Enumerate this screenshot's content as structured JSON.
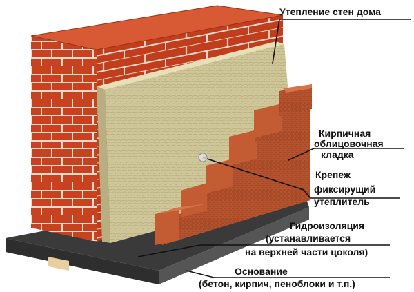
{
  "labels": {
    "insulation": "Утепление стен дома",
    "facing_brick": [
      "Кирпичная",
      "облицовочная",
      "кладка"
    ],
    "fastener": [
      "Крепеж",
      "фиксирущий",
      "утеплитель"
    ],
    "waterproofing": [
      "Гидроизоляция",
      "(устанавливается",
      "на верхней части цоколя)"
    ],
    "foundation": [
      "Основание",
      "(бетон, кирпич, пеноблоки и т.п.)"
    ]
  },
  "colors": {
    "brick": "#c8421f",
    "brick_dark": "#8e2a12",
    "insulation": "#cfc79a",
    "foundation": "#3a3a3a",
    "facing_brick": "#b5532e"
  }
}
